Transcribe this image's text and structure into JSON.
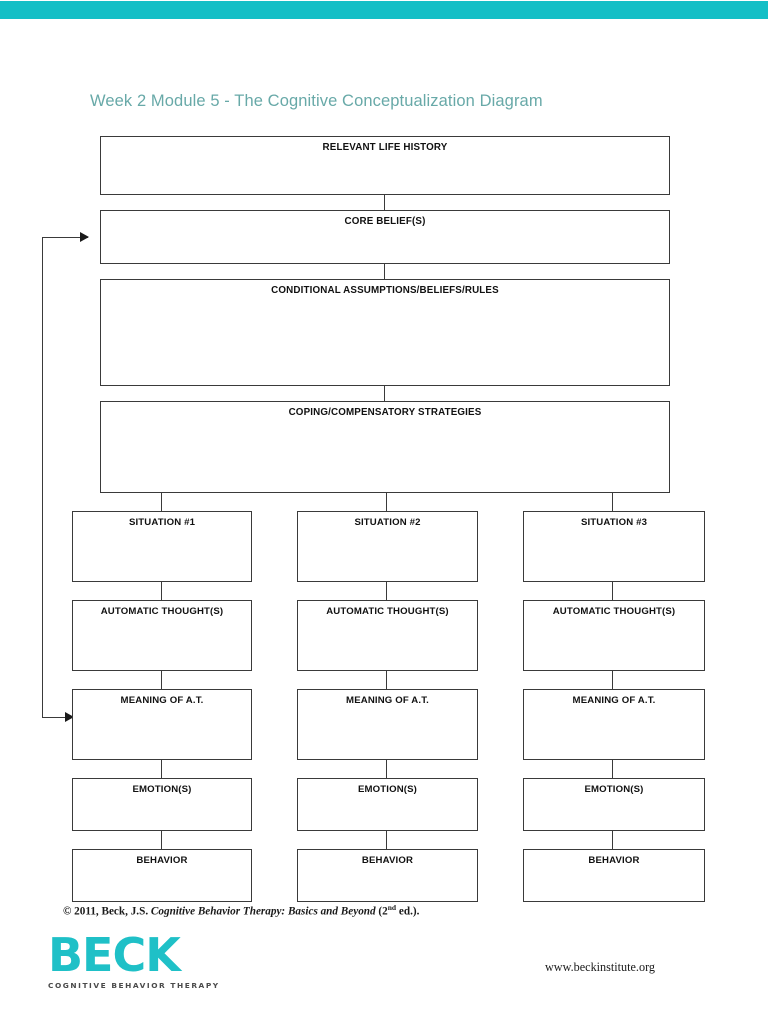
{
  "page": {
    "accent_color": "#14bfc6",
    "title_color": "#68a9a8",
    "background": "#ffffff"
  },
  "header": {
    "title": "Week 2 Module 5 - The Cognitive Conceptualization Diagram"
  },
  "diagram": {
    "type": "flowchart",
    "name": "Cognitive Conceptualization Diagram",
    "top_nodes": [
      {
        "id": "relevant-life-history",
        "label": "RELEVANT LIFE HISTORY"
      },
      {
        "id": "core-beliefs",
        "label": "CORE BELIEF(S)"
      },
      {
        "id": "conditional-assumptions",
        "label": "CONDITIONAL ASSUMPTIONS/BELIEFS/RULES"
      },
      {
        "id": "coping-strategies",
        "label": "COPING/COMPENSATORY STRATEGIES"
      }
    ],
    "column_rows": [
      {
        "id": "situation",
        "labels": [
          "SITUATION #1",
          "SITUATION #2",
          "SITUATION #3"
        ]
      },
      {
        "id": "automatic-thoughts",
        "labels": [
          "AUTOMATIC THOUGHT(S)",
          "AUTOMATIC THOUGHT(S)",
          "AUTOMATIC THOUGHT(S)"
        ]
      },
      {
        "id": "meaning-of-at",
        "labels": [
          "MEANING OF A.T.",
          "MEANING OF A.T.",
          "MEANING OF A.T."
        ]
      },
      {
        "id": "emotions",
        "labels": [
          "EMOTION(S)",
          "EMOTION(S)",
          "EMOTION(S)"
        ]
      },
      {
        "id": "behavior",
        "labels": [
          "BEHAVIOR",
          "BEHAVIOR",
          "BEHAVIOR"
        ]
      }
    ],
    "feedback_arrows": [
      {
        "id": "meaning-to-core-belief",
        "target": "CORE BELIEF(S)"
      },
      {
        "id": "meaning-loop-entry",
        "target": "MEANING OF A.T."
      }
    ]
  },
  "footer": {
    "copyright_prefix": "© 2011, Beck, J.S. ",
    "copyright_title": "Cognitive Behavior Therapy: Basics and Beyond",
    "copyright_edition_open": " (2",
    "copyright_edition_sup": "nd",
    "copyright_edition_close": " ed.).",
    "logo_wordmark": "BECK",
    "logo_tagline": "COGNITIVE BEHAVIOR THERAPY",
    "website": "www.beckinstitute.org"
  }
}
